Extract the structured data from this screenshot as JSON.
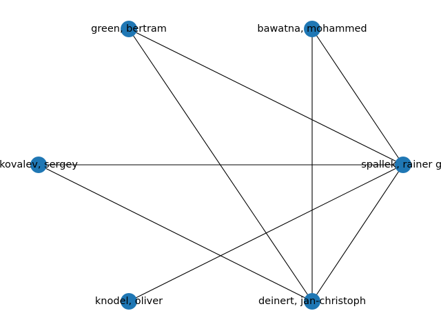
{
  "graph": {
    "node_color": "#1f77b4",
    "edge_color": "#000000",
    "nodes": [
      {
        "id": "green",
        "label": "green, bertram"
      },
      {
        "id": "bawatna",
        "label": "bawatna, mohammed"
      },
      {
        "id": "kovalev",
        "label": "kovalev, sergey"
      },
      {
        "id": "spallek",
        "label": "spallek, rainer g."
      },
      {
        "id": "knodel",
        "label": "knodel, oliver"
      },
      {
        "id": "deinert",
        "label": "deinert, jan-christoph"
      }
    ],
    "edges": [
      [
        "green",
        "spallek"
      ],
      [
        "green",
        "deinert"
      ],
      [
        "bawatna",
        "spallek"
      ],
      [
        "bawatna",
        "deinert"
      ],
      [
        "kovalev",
        "spallek"
      ],
      [
        "kovalev",
        "deinert"
      ],
      [
        "spallek",
        "knodel"
      ],
      [
        "spallek",
        "deinert"
      ]
    ]
  }
}
